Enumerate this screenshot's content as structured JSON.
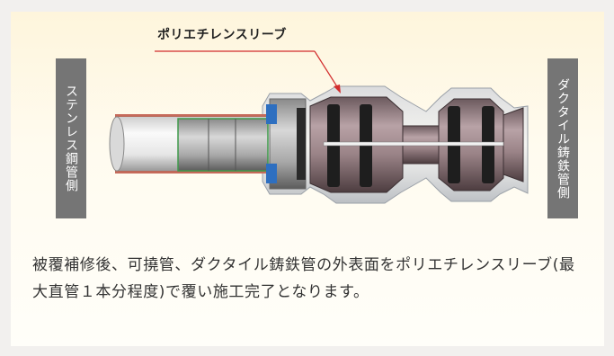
{
  "diagram": {
    "callout_label": "ポリエチレンスリーブ",
    "left_label": "ステンレス鋼管側",
    "right_label": "ダクタイル鋳鉄管側",
    "caption": "被覆補修後、可撓管、ダクタイル鋳鉄管の外表面をポリエチレンスリーブ(最大直管１本分程度)で覆い施工完了となります。"
  }
}
